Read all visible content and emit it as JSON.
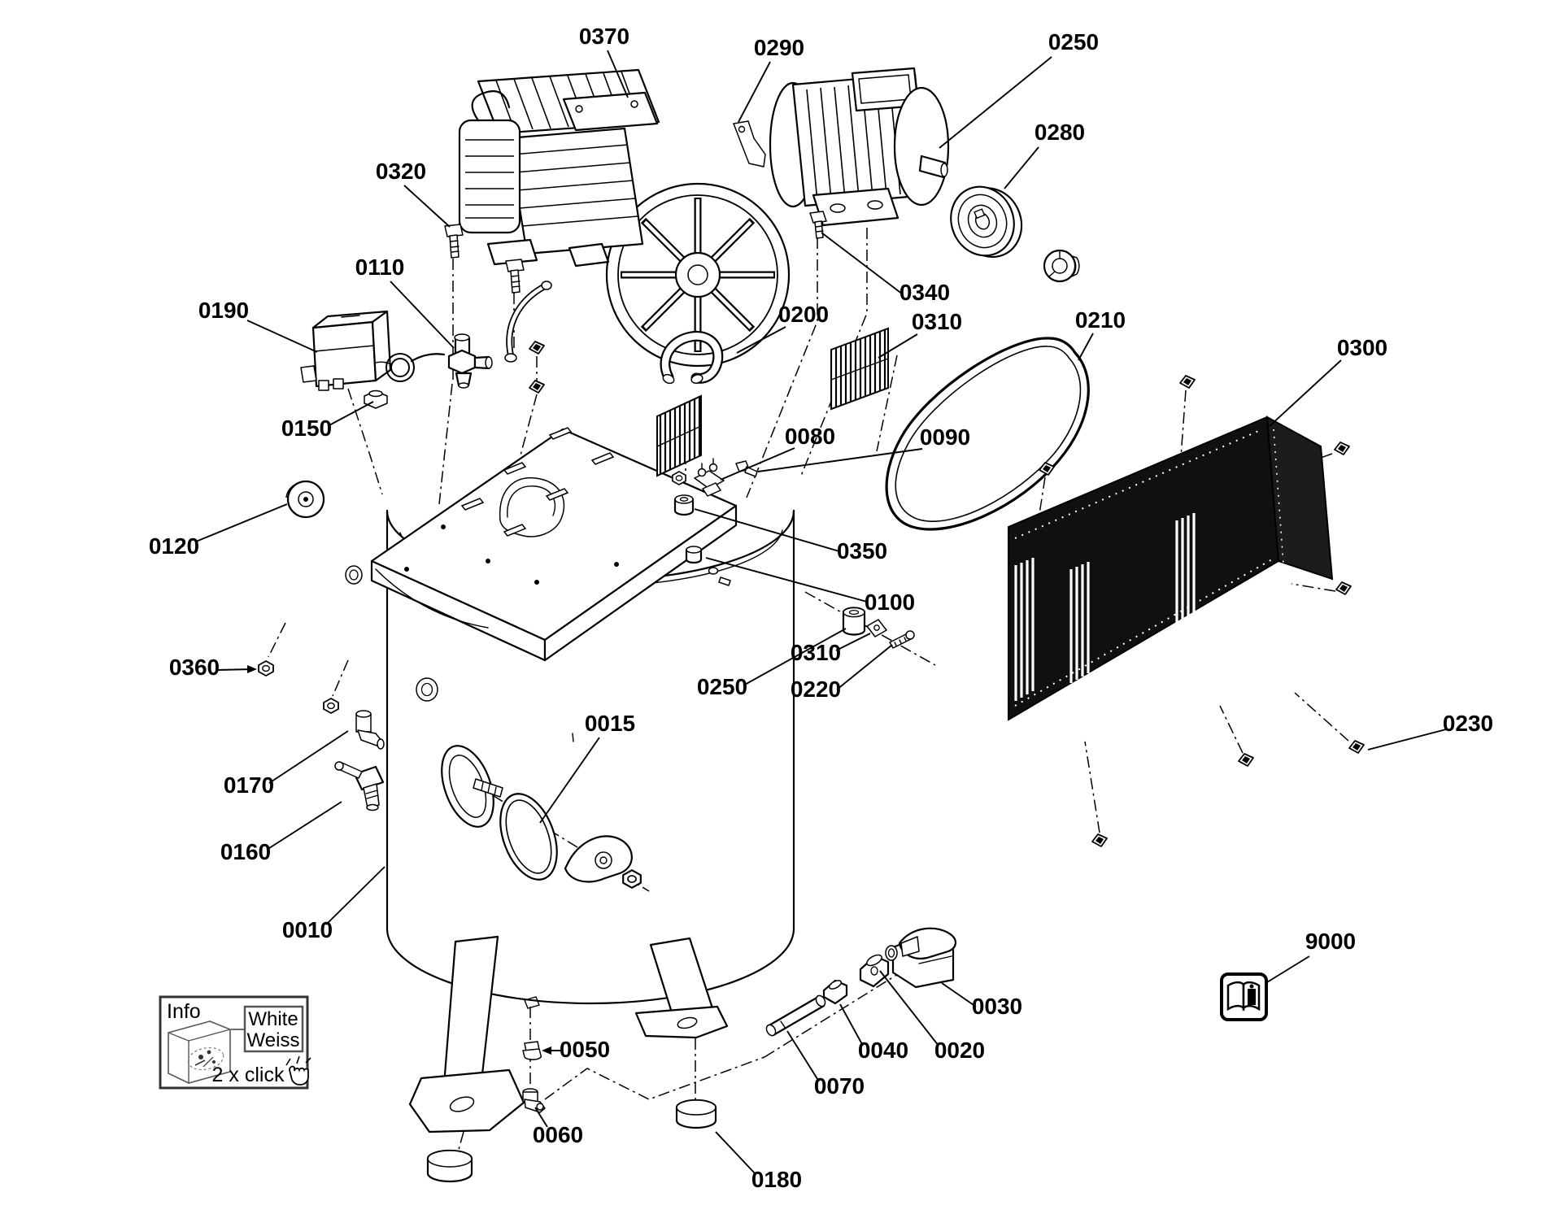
{
  "document": {
    "type": "exploded-parts-diagram",
    "subject": "vertical tank air compressor",
    "background_color": "#ffffff",
    "line_color": "#000000"
  },
  "callouts": [
    {
      "ref": "0370"
    },
    {
      "ref": "0290"
    },
    {
      "ref": "0250"
    },
    {
      "ref": "0280"
    },
    {
      "ref": "0320"
    },
    {
      "ref": "0340"
    },
    {
      "ref": "0110"
    },
    {
      "ref": "0190"
    },
    {
      "ref": "0200"
    },
    {
      "ref": "0310"
    },
    {
      "ref": "0210"
    },
    {
      "ref": "0300"
    },
    {
      "ref": "0150"
    },
    {
      "ref": "0080"
    },
    {
      "ref": "0090"
    },
    {
      "ref": "0120"
    },
    {
      "ref": "0350"
    },
    {
      "ref": "0100"
    },
    {
      "ref": "0360"
    },
    {
      "ref": "0310"
    },
    {
      "ref": "0250"
    },
    {
      "ref": "0220"
    },
    {
      "ref": "0230"
    },
    {
      "ref": "0015"
    },
    {
      "ref": "0170"
    },
    {
      "ref": "0160"
    },
    {
      "ref": "0010"
    },
    {
      "ref": "9000"
    },
    {
      "ref": "0030"
    },
    {
      "ref": "0050"
    },
    {
      "ref": "0040"
    },
    {
      "ref": "0020"
    },
    {
      "ref": "0070"
    },
    {
      "ref": "0060"
    },
    {
      "ref": "0180"
    }
  ],
  "info_box": {
    "title": "Info",
    "color_name_en": "White",
    "color_name_de": "Weiss",
    "action_hint": "2 x click"
  }
}
